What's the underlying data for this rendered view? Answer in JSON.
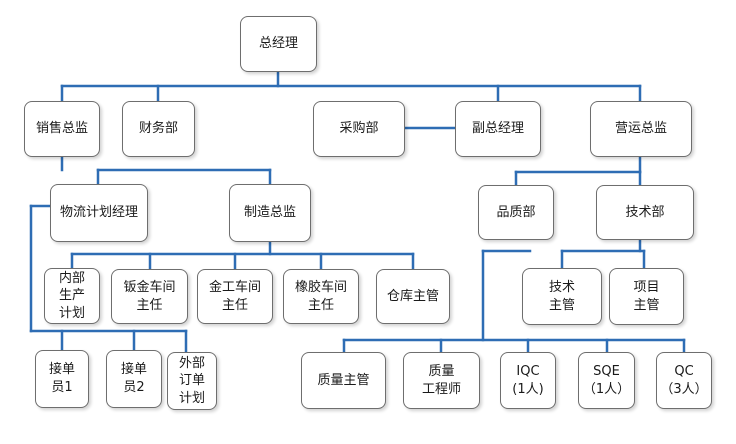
{
  "org_chart": {
    "line_color": "#2e6db4",
    "nodes": {
      "gm": "总经理",
      "sales_director": "销售总监",
      "finance": "财务部",
      "purchasing": "采购部",
      "deputy_gm": "副总经理",
      "operations_director": "营运总监",
      "logistics_planning_manager": "物流计划经理",
      "manufacturing_director": "制造总监",
      "quality_dept": "品质部",
      "technology_dept": "技术部",
      "internal_production_plan": "内部\n生产\n计划",
      "sheet_metal_workshop_director": "钣金车间\n主任",
      "metalworking_workshop_director": "金工车间\n主任",
      "rubber_workshop_director": "橡胶车间\n主任",
      "warehouse_supervisor": "仓库主管",
      "technical_supervisor": "技术\n主管",
      "project_supervisor": "项目\n主管",
      "order_clerk_1": "接单\n员1",
      "order_clerk_2": "接单\n员2",
      "external_order_plan": "外部\n订单\n计划",
      "quality_supervisor": "质量主管",
      "quality_engineer": "质量\n工程师",
      "iqc": "IQC\n(1人)",
      "sqe": "SQE\n（1人）",
      "qc": "QC\n（3人）"
    }
  }
}
